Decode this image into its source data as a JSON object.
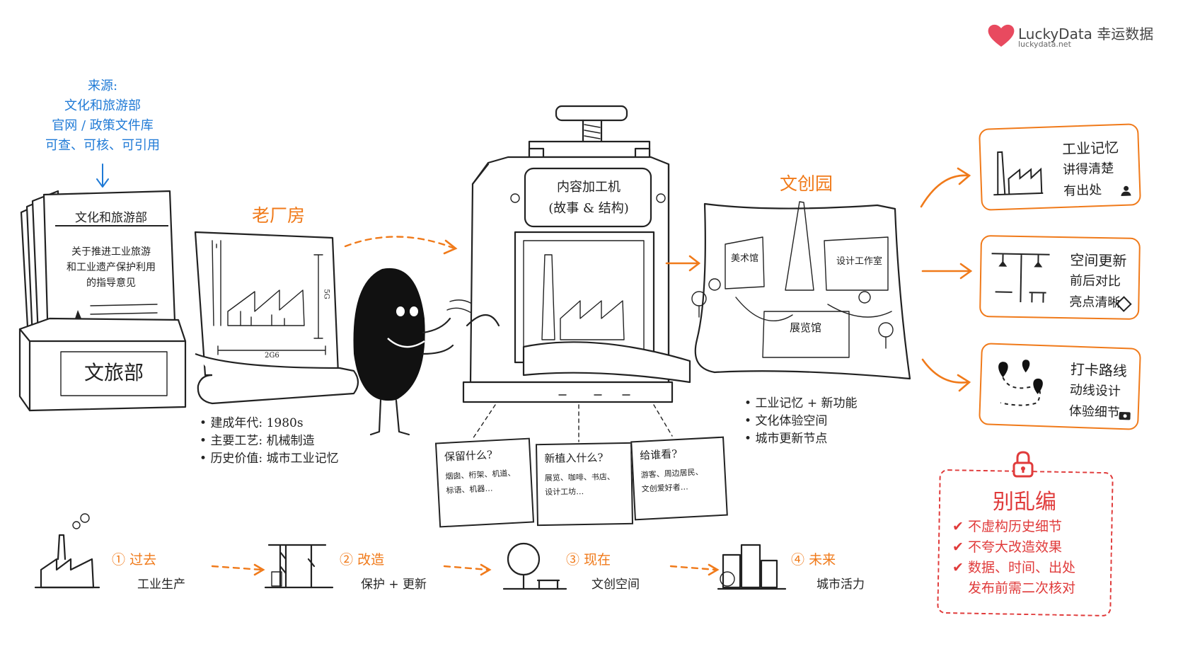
{
  "brand": {
    "name": "LuckyData 幸运数据",
    "url": "luckydata.net",
    "color": "#e84a5f"
  },
  "source": {
    "title": "来源:",
    "lines": [
      "文化和旅游部",
      "官网 / 政策文件库",
      "可查、可核、可引用"
    ]
  },
  "ministry": {
    "doc_header": "文化和旅游部",
    "doc_body": [
      "关于推进工业旅游",
      "和工业遗产保护利用",
      "的指导意见"
    ],
    "box_label": "文旅部"
  },
  "factory": {
    "title": "老厂房",
    "dim_v": "5G",
    "dim_h": "2G6",
    "bullets": [
      "建成年代: 1980s",
      "主要工艺: 机械制造",
      "历史价值: 城市工业记忆"
    ]
  },
  "machine": {
    "plate_line1": "内容加工机",
    "plate_line2": "(故事 & 结构)",
    "notes": [
      {
        "q": "保留什么?",
        "a": [
          "烟囱、桁架、机道、",
          "标语、机器…"
        ]
      },
      {
        "q": "新植入什么?",
        "a": [
          "展览、咖啡、书店、",
          "设计工坊…"
        ]
      },
      {
        "q": "给谁看?",
        "a": [
          "游客、周边居民、",
          "文创爱好者…"
        ]
      }
    ]
  },
  "park": {
    "title": "文创园",
    "buildings": [
      "美术馆",
      "设计工作室",
      "展览馆"
    ],
    "bullets": [
      "工业记忆 + 新功能",
      "文化体验空间",
      "城市更新节点"
    ]
  },
  "outputs": [
    {
      "lines": [
        "工业记忆",
        "讲得清楚",
        "有出处"
      ],
      "icon": "person-icon"
    },
    {
      "lines": [
        "空间更新",
        "前后对比",
        "亮点清晰"
      ],
      "icon": "cube-icon"
    },
    {
      "lines": [
        "打卡路线",
        "动线设计",
        "体验细节"
      ],
      "icon": "camera-icon"
    }
  ],
  "warning": {
    "title": "别乱编",
    "items": [
      "不虚构历史细节",
      "不夸大改造效果",
      "数据、时间、出处",
      "发布前需二次核对"
    ]
  },
  "timeline": [
    {
      "num": "①",
      "title": "过去",
      "sub": "工业生产"
    },
    {
      "num": "②",
      "title": "改造",
      "sub": "保护 + 更新"
    },
    {
      "num": "③",
      "title": "现在",
      "sub": "文创空间"
    },
    {
      "num": "④",
      "title": "未来",
      "sub": "城市活力"
    }
  ],
  "colors": {
    "accent": "#f07a1a",
    "source_blue": "#1f7ad6",
    "warning_red": "#e03b3b",
    "ink": "#222222"
  }
}
